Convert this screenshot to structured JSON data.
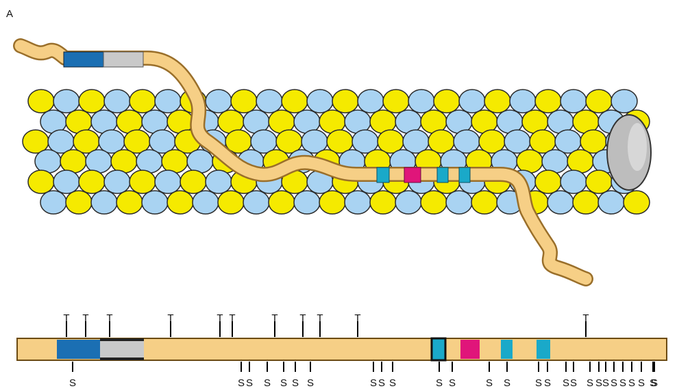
{
  "panel_label": "A",
  "colors": {
    "tubulin_alpha": "#f5ea00",
    "tubulin_beta": "#a9d3f2",
    "protein_strand": "#f6cf86",
    "strand_outline": "#b88a3a",
    "domain_dark_blue": "#1b6fb3",
    "domain_gray": "#c9c9c9",
    "domain_cyan": "#1aa9c9",
    "domain_magenta": "#e0157a",
    "lumen": "#bdbdbd"
  },
  "bar_domains": [
    {
      "name": "dark-blue-domain",
      "color": "#1b6fb3"
    },
    {
      "name": "gray-domain",
      "color": "#c9c9c9"
    },
    {
      "name": "cyan-domain-1",
      "color": "#1aa9c9"
    },
    {
      "name": "magenta-domain",
      "color": "#e0157a"
    },
    {
      "name": "cyan-domain-2",
      "color": "#1aa9c9"
    },
    {
      "name": "cyan-domain-3",
      "color": "#1aa9c9"
    }
  ],
  "t_sites": [
    "T",
    "T",
    "T",
    "T",
    "T",
    "T",
    "T",
    "T",
    "T",
    "T",
    "T"
  ],
  "s_sites": [
    "S",
    "S",
    "S",
    "S",
    "S",
    "S",
    "S",
    "S",
    "S",
    "S",
    "S",
    "S",
    "S",
    "S",
    "S",
    "S",
    "S",
    "S",
    "S",
    "S",
    "S",
    "S",
    "S",
    "S",
    "S",
    "S",
    "S"
  ]
}
